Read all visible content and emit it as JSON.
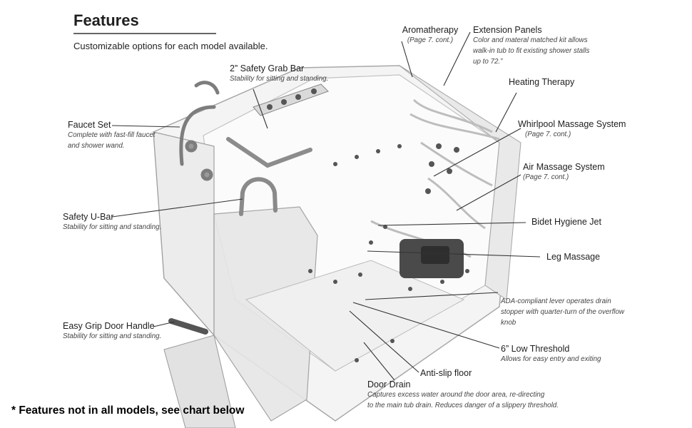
{
  "header": {
    "title": "Features",
    "subtitle": "Customizable options for each model available."
  },
  "callouts": {
    "safety_grab_bar": {
      "label": "2” Safety Grab Bar",
      "desc": [
        "Stability for sitting and standing."
      ]
    },
    "faucet_set": {
      "label": "Faucet Set",
      "desc": [
        "Complete with fast-fill faucet",
        "and shower wand."
      ]
    },
    "safety_u_bar": {
      "label": "Safety U-Bar",
      "desc": [
        "Stability for sitting and standing."
      ]
    },
    "easy_grip_door_handle": {
      "label": "Easy Grip Door Handle",
      "desc": [
        "Stability for sitting and standing."
      ]
    },
    "aromatherapy": {
      "label": "Aromatherapy",
      "desc": [
        "(Page 7. cont.)"
      ]
    },
    "extension_panels": {
      "label": "Extension Panels",
      "desc": [
        "Color and materal matched kit allows",
        "walk-in tub to fit existing shower stalls",
        "up to 72.”"
      ]
    },
    "heating_therapy": {
      "label": "Heating Therapy",
      "desc": []
    },
    "whirlpool_massage": {
      "label": "Whirlpool Massage System",
      "desc": [
        "(Page 7. cont.)"
      ]
    },
    "air_massage": {
      "label": "Air Massage System",
      "desc": [
        "(Page 7. cont.)"
      ]
    },
    "bidet_hygiene_jet": {
      "label": "Bidet Hygiene Jet",
      "desc": []
    },
    "leg_massage": {
      "label": "Leg Massage",
      "desc": []
    },
    "ada_lever": {
      "label": "",
      "desc": [
        "ADA-compliant lever operates drain",
        "stopper with quarter-turn of the overflow",
        "knob"
      ]
    },
    "low_threshold": {
      "label": "6” Low Threshold",
      "desc": [
        "Allows for easy entry and exiting"
      ]
    },
    "anti_slip_floor": {
      "label": "Anti-slip floor",
      "desc": []
    },
    "door_drain": {
      "label": "Door Drain",
      "desc": [
        "Captures excess water around the door area, re-directing",
        "to the main tub drain.  Reduces danger of a slippery threshold."
      ]
    }
  },
  "footnote": "* Features not in all models, see chart below",
  "colors": {
    "line": "#333333",
    "tub_outline": "#9a9a9a",
    "tub_fill": "#f3f3f3",
    "chrome": "#8c8c8c"
  }
}
